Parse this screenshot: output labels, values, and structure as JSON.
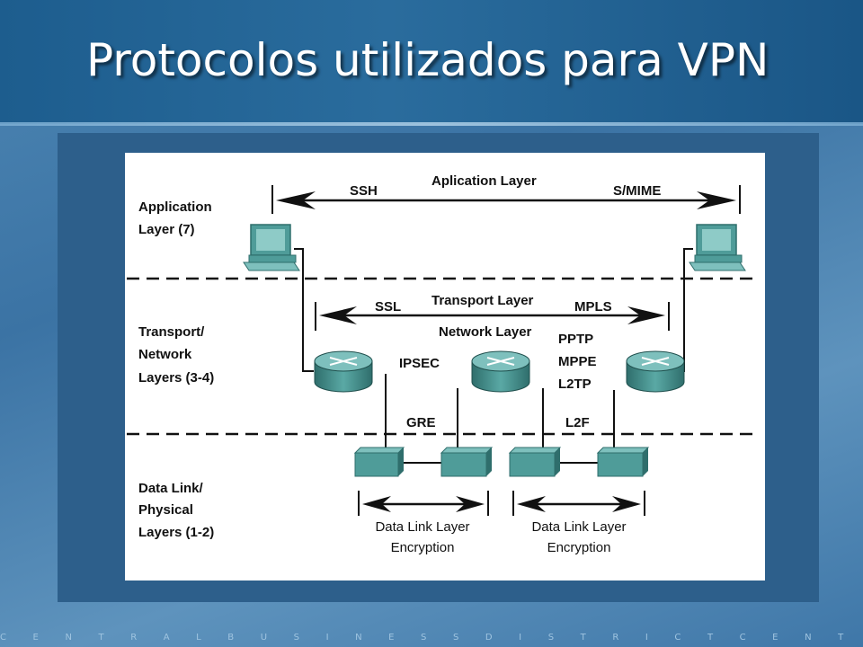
{
  "slide": {
    "title": "Protocolos utilizados para VPN",
    "footer": "C E N T R A L B U S I N E S S D I S T R I C T C E N T R A L B U S I N E S S D I S T R I C T C E N T R A"
  },
  "diagram": {
    "layers": {
      "app_1": "Application",
      "app_2": "Layer (7)",
      "trans_1": "Transport/",
      "trans_2": "Network",
      "trans_3": "Layers (3-4)",
      "dl_1": "Data Link/",
      "dl_2": "Physical",
      "dl_3": "Layers (1-2)"
    },
    "labels": {
      "ssh": "SSH",
      "application_layer": "Aplication Layer",
      "smime": "S/MIME",
      "ssl": "SSL",
      "transport_layer": "Transport Layer",
      "mpls": "MPLS",
      "network_layer": "Network Layer",
      "ipsec": "IPSEC",
      "pptp": "PPTP",
      "mppe": "MPPE",
      "l2tp": "L2TP",
      "gre": "GRE",
      "l2f": "L2F",
      "dl_enc_left_1": "Data Link Layer",
      "dl_enc_left_2": "Encryption",
      "dl_enc_right_1": "Data Link Layer",
      "dl_enc_right_2": "Encryption"
    },
    "colors": {
      "device": "#4f9c99",
      "device_dark": "#2f6e6c",
      "device_light": "#7ec0bd"
    }
  }
}
